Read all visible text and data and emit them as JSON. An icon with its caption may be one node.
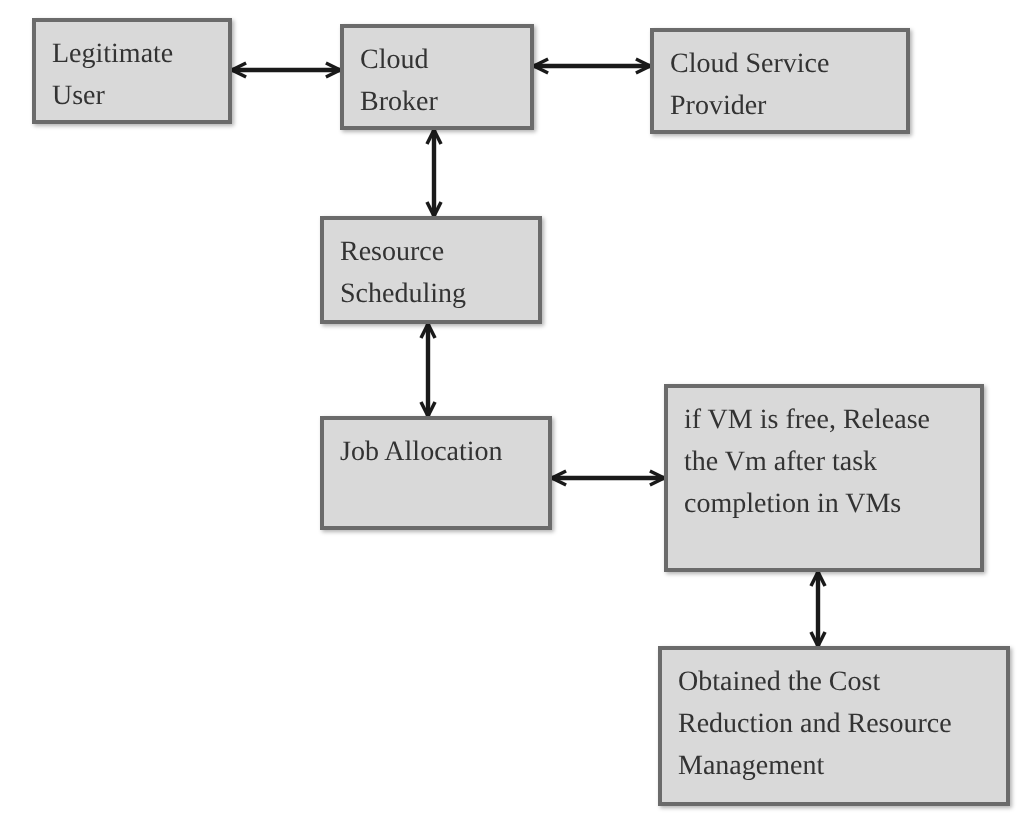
{
  "diagram": {
    "nodes": [
      {
        "text": [
          "Legitimate User"
        ]
      },
      {
        "text": [
          "Cloud Broker"
        ]
      },
      {
        "text": [
          "Cloud Service Provider"
        ]
      },
      {
        "text": [
          "Resource Scheduling"
        ]
      },
      {
        "text": [
          "Job Allocation"
        ]
      },
      {
        "text": [
          "if VM is free, Release the Vm after task completion in VMs"
        ]
      },
      {
        "text": [
          "Obtained the Cost Reduction and Resource Management"
        ]
      }
    ],
    "edges": [
      {
        "from": 0,
        "to": 1,
        "arrow": "both"
      },
      {
        "from": 1,
        "to": 2,
        "arrow": "both"
      },
      {
        "from": 1,
        "to": 3,
        "arrow": "both"
      },
      {
        "from": 3,
        "to": 4,
        "arrow": "both"
      },
      {
        "from": 4,
        "to": 5,
        "arrow": "both"
      },
      {
        "from": 5,
        "to": 6,
        "arrow": "both"
      }
    ]
  }
}
